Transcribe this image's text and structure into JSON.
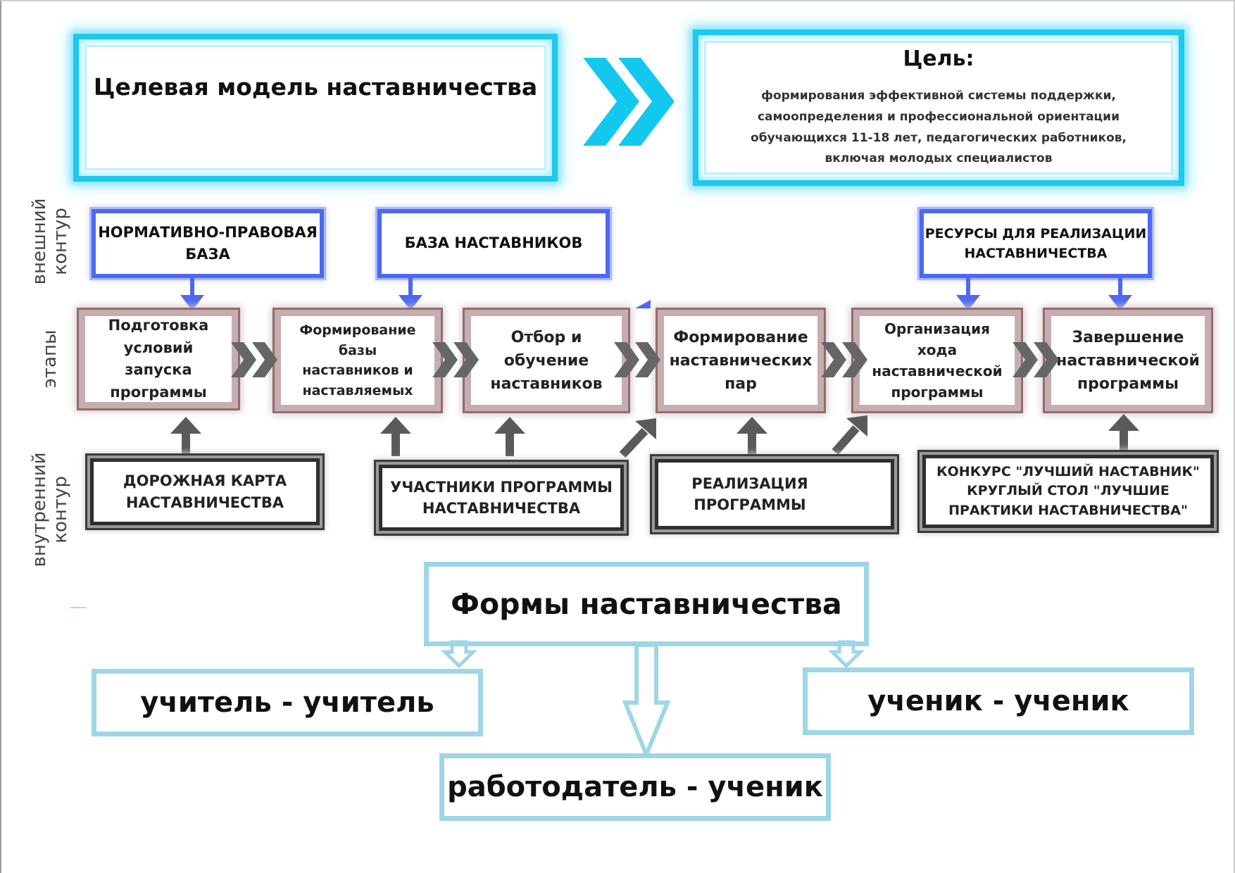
{
  "header": {
    "model_title": "Целевая модель наставничества",
    "goal_title": "Цель:",
    "goal_text": "формирования эффективной системы поддержки, самоопределения и профессиональной ориентации обучающихся 11-18 лет, педагогических работников, включая молодых специалистов"
  },
  "side_labels": {
    "outer": "внешний контур",
    "stages": "этапы",
    "inner": "внутренний контур"
  },
  "outer_contour": {
    "legal": "НОРМАТИВНО-ПРАВОВАЯ БАЗА",
    "mentors_base": "БАЗА НАСТАВНИКОВ",
    "resources": "РЕСУРСЫ ДЛЯ РЕАЛИЗАЦИИ НАСТАВНИЧЕСТВА"
  },
  "stages": [
    "Подготовка условий запуска программы",
    "Формирование базы наставников и наставляемых",
    "Отбор и обучение наставников",
    "Формирование наставнических пар",
    "Организация хода наставнической программы",
    "Завершение наставнической программы"
  ],
  "inner_contour": {
    "roadmap": "ДОРОЖНАЯ КАРТА НАСТАВНИЧЕСТВА",
    "participants": "УЧАСТНИКИ ПРОГРАММЫ НАСТАВНИЧЕСТВА",
    "implementation": "РЕАЛИЗАЦИЯ ПРОГРАММЫ",
    "contest": "КОНКУРС \"ЛУЧШИЙ НАСТАВНИК\" КРУГЛЫЙ СТОЛ \"ЛУЧШИЕ ПРАКТИКИ НАСТАВНИЧЕСТВА\""
  },
  "forms": {
    "title": "Формы наставничества",
    "teacher_teacher": "учитель - учитель",
    "student_student": "ученик - ученик",
    "employer_student": "работодатель - ученик"
  },
  "colors": {
    "cyan": "#1ec8ee",
    "blue": "#4d68f2",
    "stage_border": "#c6aeb0",
    "gray_arrow": "#555555",
    "light_blue": "#9fd6e6"
  }
}
